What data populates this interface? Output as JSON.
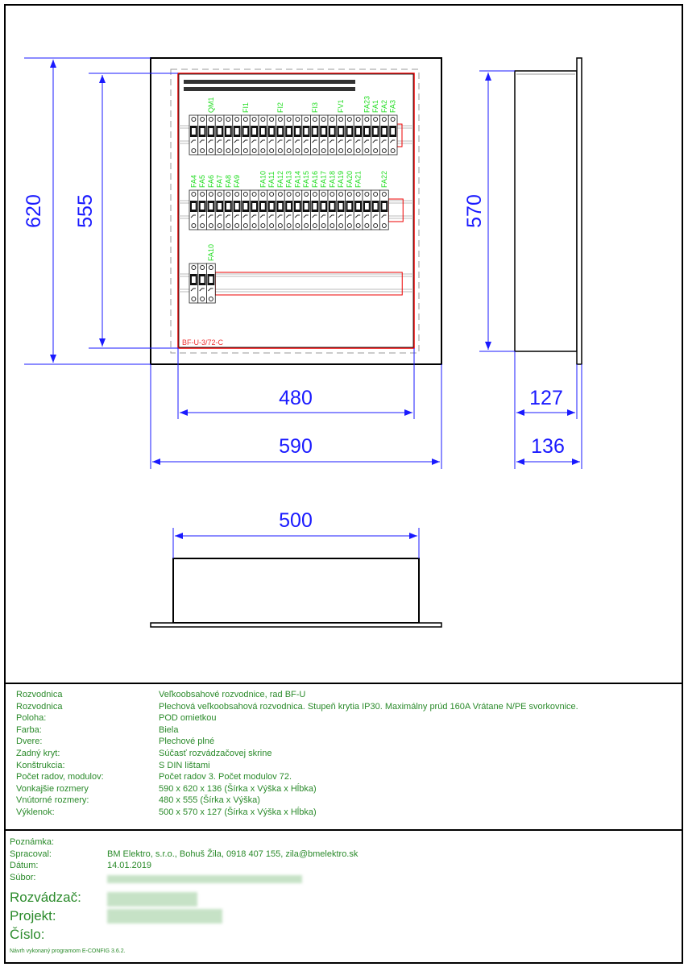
{
  "drawing": {
    "dimensions": {
      "outer_height": "620",
      "inner_height": "555",
      "recess_height": "570",
      "inner_width": "480",
      "outer_width": "590",
      "recess_depth": "127",
      "outer_depth": "136",
      "recess_width": "500"
    },
    "enclosure_code": "BF-U-3/72-C",
    "rows": [
      {
        "modules": 24,
        "labels": [
          {
            "label": "QM1",
            "slot": 2
          },
          {
            "label": "FI1",
            "slot": 6
          },
          {
            "label": "FI2",
            "slot": 10
          },
          {
            "label": "FI3",
            "slot": 14
          },
          {
            "label": "FV1",
            "slot": 17
          },
          {
            "label": "FA23",
            "slot": 20
          },
          {
            "label": "FA1",
            "slot": 21
          },
          {
            "label": "FA2",
            "slot": 22
          },
          {
            "label": "FA3",
            "slot": 23
          }
        ]
      },
      {
        "modules": 23,
        "labels": [
          {
            "label": "FA4",
            "slot": 0
          },
          {
            "label": "FA5",
            "slot": 1
          },
          {
            "label": "FA6",
            "slot": 2
          },
          {
            "label": "FA7",
            "slot": 3
          },
          {
            "label": "FA8",
            "slot": 4
          },
          {
            "label": "FA9",
            "slot": 5
          },
          {
            "label": "FA10",
            "slot": 8
          },
          {
            "label": "FA11",
            "slot": 9
          },
          {
            "label": "FA12",
            "slot": 10
          },
          {
            "label": "FA13",
            "slot": 11
          },
          {
            "label": "FA14",
            "slot": 12
          },
          {
            "label": "FA15",
            "slot": 13
          },
          {
            "label": "FA16",
            "slot": 14
          },
          {
            "label": "FA17",
            "slot": 15
          },
          {
            "label": "FA18",
            "slot": 16
          },
          {
            "label": "FA19",
            "slot": 17
          },
          {
            "label": "FA20",
            "slot": 18
          },
          {
            "label": "FA21",
            "slot": 19
          },
          {
            "label": "FA22",
            "slot": 22
          }
        ]
      },
      {
        "modules": 3,
        "labels": [
          {
            "label": "FA10",
            "slot": 2
          }
        ]
      }
    ]
  },
  "specs": [
    {
      "key": "Rozvodnica",
      "value": "Veľkoobsahové rozvodnice, rad BF-U"
    },
    {
      "key": "Rozvodnica",
      "value": "Plechová veľkoobsahová rozvodnica. Stupeň krytia IP30. Maximálny prúd 160A Vrátane N/PE svorkovnice."
    },
    {
      "key": "Poloha:",
      "value": "POD omietkou"
    },
    {
      "key": "Farba:",
      "value": "Biela"
    },
    {
      "key": "Dvere:",
      "value": "Plechové plné"
    },
    {
      "key": "Zadný kryt:",
      "value": "Súčasť rozvádzačovej skrine"
    },
    {
      "key": "Konštrukcia:",
      "value": "S DIN lištami"
    },
    {
      "key": "Počet radov, modulov:",
      "value": "Počet radov 3. Počet modulov 72."
    },
    {
      "key": "Vonkajšie rozmery",
      "value": "590 x 620 x 136 (Šírka x Výška x Hĺbka)"
    },
    {
      "key": "Vnútorné rozmery:",
      "value": "480 x 555 (Šírka x Výška)"
    },
    {
      "key": "Výklenok:",
      "value": "500 x 570 x 127 (Šírka x Výška x Hĺbka)"
    }
  ],
  "meta": {
    "note_label": "Poznámka:",
    "author_label": "Spracoval:",
    "author": "BM Elektro, s.r.o., Bohuš Žila, 0918 407 155, zila@bmelektro.sk",
    "date_label": "Dátum:",
    "date": "14.01.2019",
    "file_label": "Súbor:",
    "switchboard_label": "Rozvádzač:",
    "project_label": "Projekt:",
    "number_label": "Číslo:",
    "footer": "Návrh vykonaný programom E-CONFIG 3.6.2."
  }
}
